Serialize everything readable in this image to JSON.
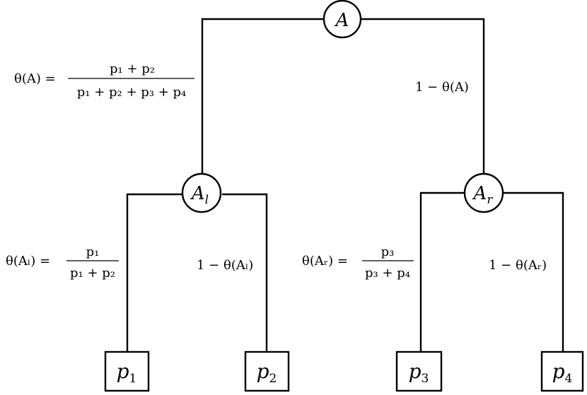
{
  "nodes": {
    "root": {
      "name": "A"
    },
    "left": {
      "name": "A",
      "sub": "l"
    },
    "right": {
      "name": "A",
      "sub": "r"
    }
  },
  "leaves": [
    {
      "name": "p",
      "sub": "1"
    },
    {
      "name": "p",
      "sub": "2"
    },
    {
      "name": "p",
      "sub": "3"
    },
    {
      "name": "p",
      "sub": "4"
    }
  ],
  "edge_labels": {
    "root_left": {
      "lhs": "θ(A) =",
      "numerator": "p₁ + p₂",
      "denominator": "p₁ + p₂ + p₃ + p₄"
    },
    "root_right": {
      "text": "1 − θ(A)"
    },
    "left_left": {
      "lhs": "θ(Aₗ) =",
      "numerator": "p₁",
      "denominator": "p₁ + p₂"
    },
    "left_right": {
      "text": "1 − θ(Aₗ)"
    },
    "right_left": {
      "lhs": "θ(Aᵣ) =",
      "numerator": "p₃",
      "denominator": "p₃ + p₄"
    },
    "right_right": {
      "text": "1 − θ(Aᵣ)"
    }
  }
}
